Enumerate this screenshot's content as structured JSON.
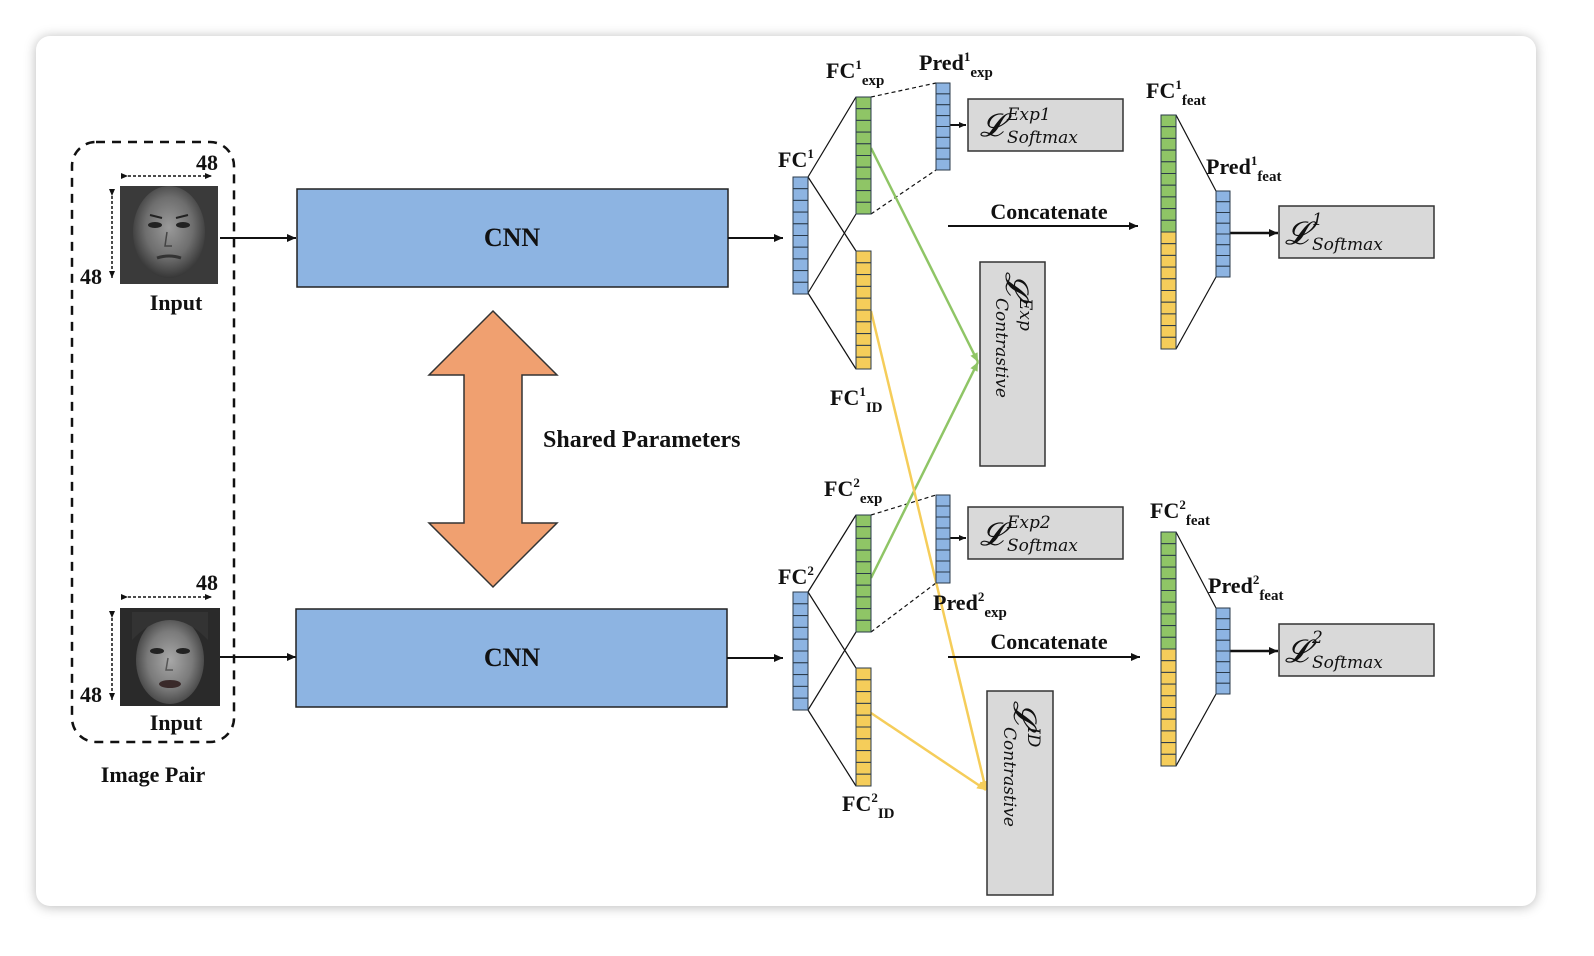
{
  "labels": {
    "size_w_top": "48",
    "size_h_top": "48",
    "size_w_bottom": "48",
    "size_h_bottom": "48",
    "input_top": "Input",
    "input_bottom": "Input",
    "image_pair": "Image Pair",
    "cnn_top": "CNN",
    "cnn_bottom": "CNN",
    "shared": "Shared Parameters",
    "fc1": {
      "base": "FC",
      "sup": "1"
    },
    "fc2": {
      "base": "FC",
      "sup": "2"
    },
    "fc1_exp": {
      "base": "FC",
      "sup": "1",
      "sub": "exp"
    },
    "fc2_exp": {
      "base": "FC",
      "sup": "2",
      "sub": "exp"
    },
    "fc1_id": {
      "base": "FC",
      "sup": "1",
      "sub": "ID"
    },
    "fc2_id": {
      "base": "FC",
      "sup": "2",
      "sub": "ID"
    },
    "pred1_exp": {
      "base": "Pred",
      "sup": "1",
      "sub": "exp"
    },
    "pred2_exp": {
      "base": "Pred",
      "sup": "2",
      "sub": "exp"
    },
    "fc1_feat": {
      "base": "FC",
      "sup": "1",
      "sub": "feat"
    },
    "fc2_feat": {
      "base": "FC",
      "sup": "2",
      "sub": "feat"
    },
    "pred1_feat": {
      "base": "Pred",
      "sup": "1",
      "sub": "feat"
    },
    "pred2_feat": {
      "base": "Pred",
      "sup": "2",
      "sub": "feat"
    },
    "concat_top": "Concatenate",
    "concat_bottom": "Concatenate"
  },
  "losses": {
    "exp1": {
      "sym": "𝓛",
      "sup": "Exp1",
      "sub": "Softmax"
    },
    "exp2": {
      "sym": "𝓛",
      "sup": "Exp2",
      "sub": "Softmax"
    },
    "l1": {
      "sym": "𝓛",
      "sup": "1",
      "sub": "Softmax"
    },
    "l2": {
      "sym": "𝓛",
      "sup": "2",
      "sub": "Softmax"
    },
    "contrast_exp": {
      "sym": "𝓛",
      "sup": "Exp",
      "sub": "Contrastive"
    },
    "contrast_id": {
      "sym": "𝓛",
      "sup": "ID",
      "sub": "Contrastive"
    }
  },
  "colors": {
    "cnn_fill": "#8db4e2",
    "vector_blue": "#8db4e2",
    "vector_green": "#8fc566",
    "vector_yellow": "#f5cd5a",
    "arrow_orange": "#f0a070",
    "loss_fill": "#d9d9d9",
    "line_green": "#8fc566",
    "line_yellow": "#f5cd5a"
  }
}
